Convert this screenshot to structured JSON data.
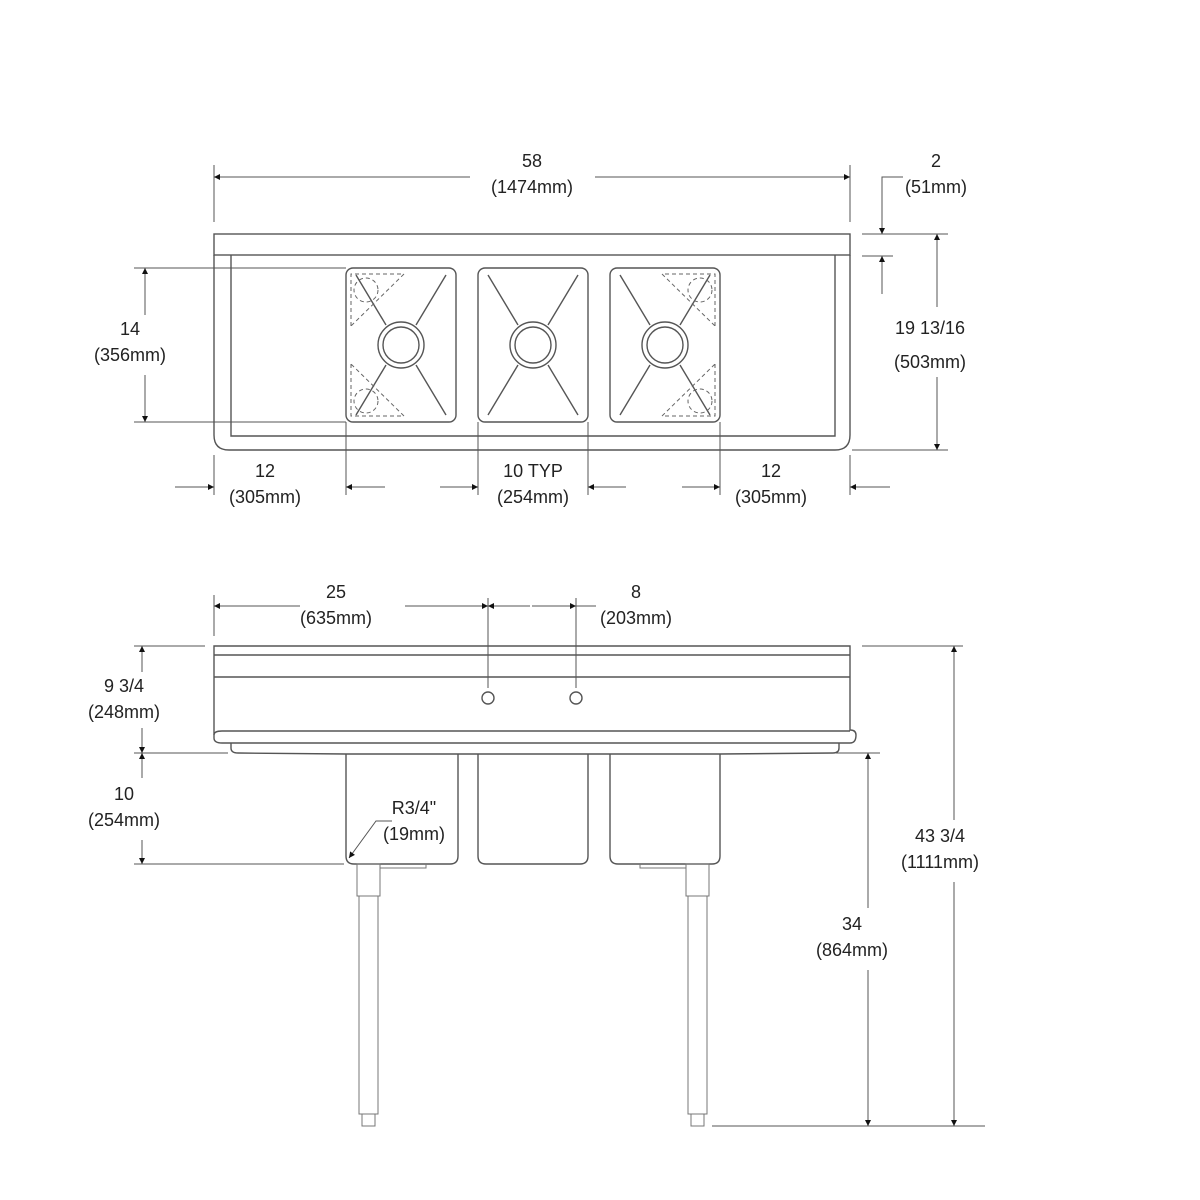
{
  "drawing": {
    "title": "Three compartment sink with two drainboards - dimension drawing",
    "stroke_color": "#555555",
    "arrow_color": "#111111",
    "text_color": "#222222"
  },
  "top_view": {
    "overall_width": {
      "value": "58",
      "metric": "(1474mm)"
    },
    "backsplash_height": {
      "value": "2",
      "metric": "(51mm)"
    },
    "overall_depth": {
      "value": "19 13/16",
      "metric": "(503mm)"
    },
    "bowl_front_to_back": {
      "value": "14",
      "metric": "(356mm)"
    },
    "left_drainboard": {
      "value": "12",
      "metric": "(305mm)"
    },
    "bowl_width": {
      "value": "10 TYP",
      "metric": "(254mm)"
    },
    "right_drainboard": {
      "value": "12",
      "metric": "(305mm)"
    },
    "compartments": 3
  },
  "front_view": {
    "faucet_offset": {
      "value": "25",
      "metric": "(635mm)"
    },
    "faucet_centers": {
      "value": "8",
      "metric": "(203mm)"
    },
    "backsplash_to_rim": {
      "value": "9 3/4",
      "metric": "(248mm)"
    },
    "bowl_depth": {
      "value": "10",
      "metric": "(254mm)"
    },
    "corner_radius": {
      "value": "R3/4\"",
      "metric": "(19mm)"
    },
    "rim_height": {
      "value": "34",
      "metric": "(864mm)"
    },
    "overall_height": {
      "value": "43 3/4",
      "metric": "(1111mm)"
    }
  }
}
